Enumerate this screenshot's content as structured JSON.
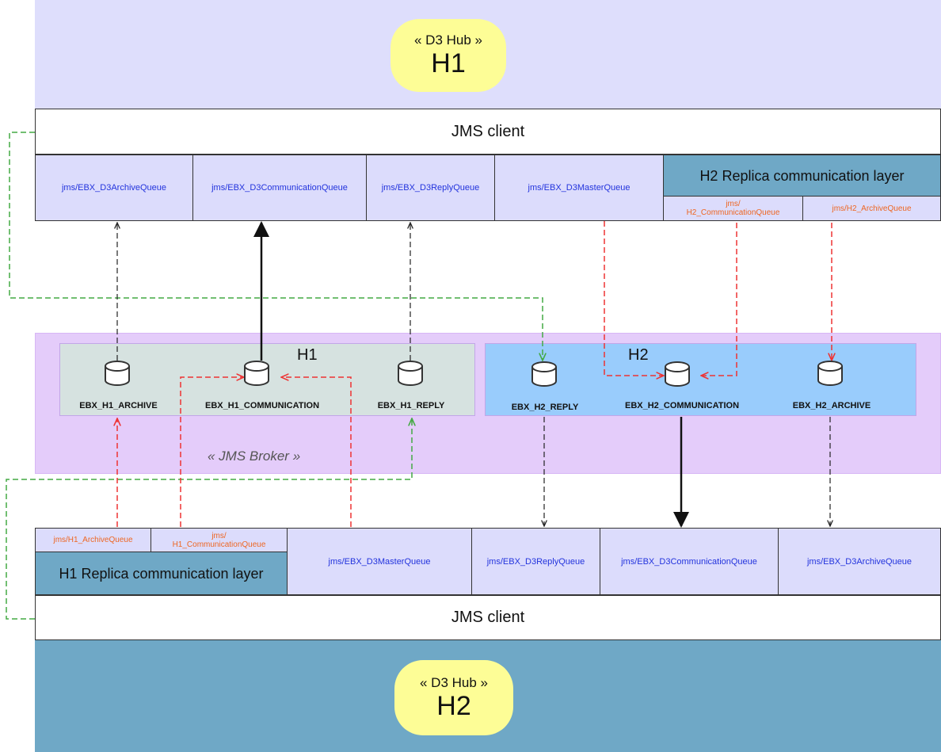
{
  "hub_top": {
    "stereotype": "« D3 Hub »",
    "name": "H1",
    "band_color": "#dedefc"
  },
  "hub_bottom": {
    "stereotype": "« D3 Hub »",
    "name": "H2",
    "band_color": "#6fa8c6"
  },
  "top_client": {
    "label": "JMS client",
    "queues": [
      "jms/EBX_D3ArchiveQueue",
      "jms/EBX_D3CommunicationQueue",
      "jms/EBX_D3ReplyQueue",
      "jms/EBX_D3MasterQueue"
    ],
    "replica_layer": {
      "label": "H2 Replica communication layer",
      "queues": [
        "jms/\nH2_CommunicationQueue",
        "jms/H2_ArchiveQueue"
      ]
    }
  },
  "bottom_client": {
    "label": "JMS client",
    "queues": [
      "jms/EBX_D3MasterQueue",
      "jms/EBX_D3ReplyQueue",
      "jms/EBX_D3CommunicationQueue",
      "jms/EBX_D3ArchiveQueue"
    ],
    "replica_layer": {
      "label": "H1 Replica communication layer",
      "queues": [
        "jms/H1_ArchiveQueue",
        "jms/\nH1_CommunicationQueue"
      ]
    }
  },
  "broker": {
    "label": "« JMS Broker »",
    "groups": [
      {
        "label": "H1",
        "queues": [
          "EBX_H1_ARCHIVE",
          "EBX_H1_COMMUNICATION",
          "EBX_H1_REPLY"
        ]
      },
      {
        "label": "H2",
        "queues": [
          "EBX_H2_REPLY",
          "EBX_H2_COMMUNICATION",
          "EBX_H2_ARCHIVE"
        ]
      }
    ]
  },
  "colors": {
    "queue_text": "#2233dd",
    "replica_queue_text": "#ee6622",
    "red_link": "#ee3333",
    "green_link": "#44aa44",
    "black_link": "#111111"
  }
}
